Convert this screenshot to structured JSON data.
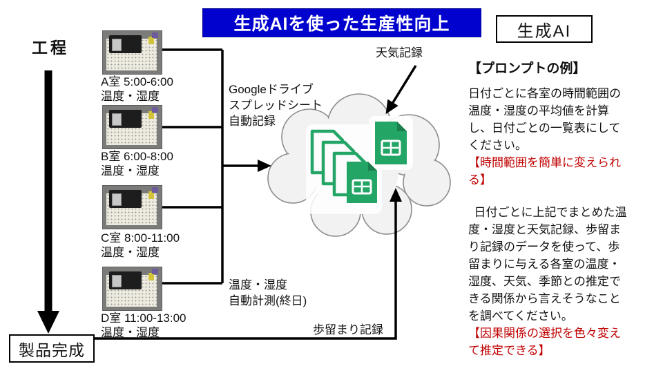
{
  "title": {
    "text": "生成AIを使った生産性向上"
  },
  "genai_label": "生成AI",
  "left_flow": {
    "start": "工程",
    "end": "製品完成"
  },
  "devices": [
    {
      "label": "A室 5:00-6:00",
      "sublabel": "温度・湿度"
    },
    {
      "label": "B室 6:00-8:00",
      "sublabel": "温度・湿度"
    },
    {
      "label": "C室 8:00-11:00",
      "sublabel": "温度・湿度"
    },
    {
      "label": "D室 11:00-13:00",
      "sublabel": "温度・湿度"
    }
  ],
  "notes": {
    "gdrive": "Googleドライブ\nスプレッドシート\n自動記録",
    "measure": "温度・湿度\n自動計測(終日)",
    "weather": "天気記録",
    "yield": "歩留まり記録"
  },
  "prompts": {
    "heading": "【プロンプトの例】",
    "p1": "日付ごとに各室の時間範囲の温度・湿度の平均値を計算し、日付ごとの一覧表にしてください。",
    "p1_note": "【時間範囲を簡単に変えられる】",
    "p2": "日付ごとに上記でまとめた温度・湿度と天気記録、歩留まり記録のデータを使って、歩留まりに与える各室の温度・湿度、天気、季節との推定できる関係から言えそうなことを調べてください。",
    "p2_note": "【因果関係の選択を色々変えて推定できる】"
  },
  "colors": {
    "banner_bg": "#0202cf",
    "banner_fg": "#ffffff",
    "highlight_red": "#c00000",
    "sheets_green": "#23a566",
    "sheets_fold": "#1b7e4d",
    "cloud_fill": "#f2f2f2",
    "cloud_stroke": "#8c8c8c"
  }
}
